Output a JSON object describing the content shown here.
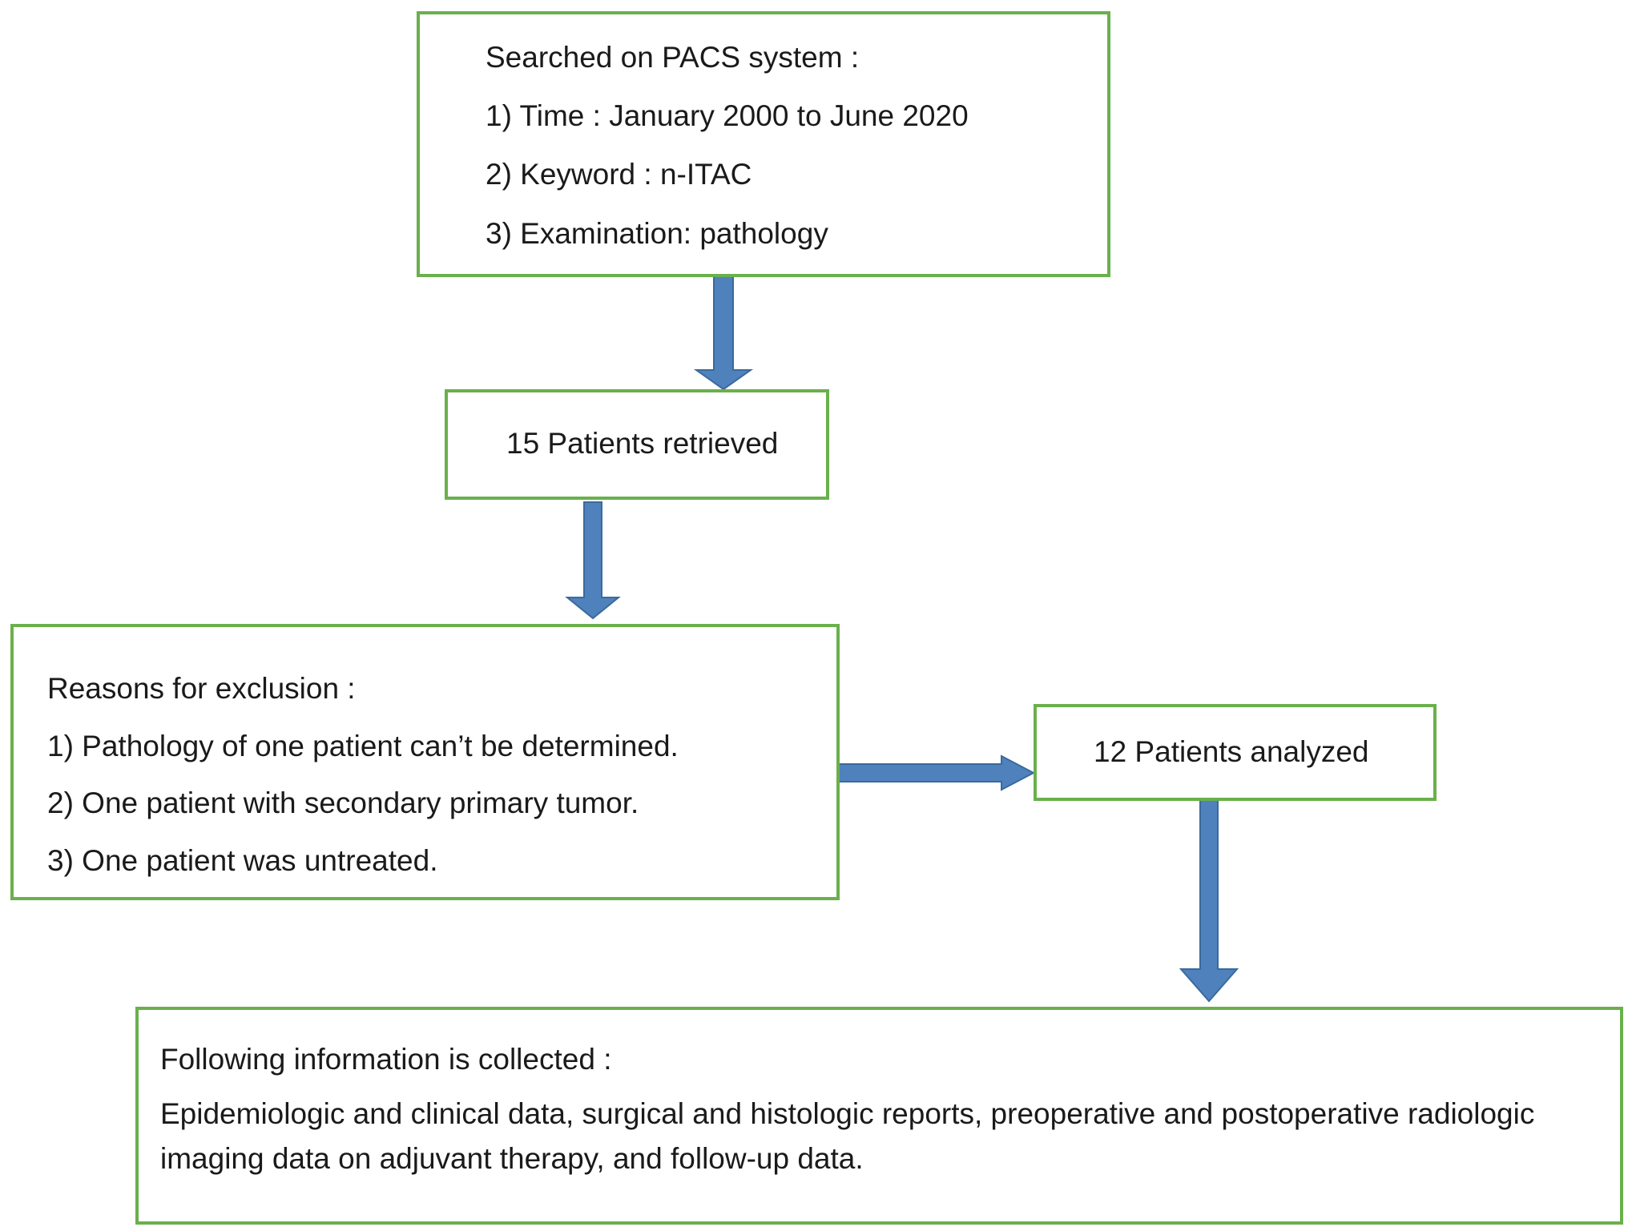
{
  "search_box": {
    "title": "Searched on PACS system :",
    "items": [
      "1) Time : January 2000 to June 2020",
      "2) Keyword : n-ITAC",
      "3) Examination: pathology"
    ]
  },
  "retrieved_box": {
    "label": "15 Patients retrieved"
  },
  "exclusion_box": {
    "title": "Reasons for exclusion :",
    "items": [
      "1) Pathology of one patient can’t be determined.",
      "2) One patient with secondary primary tumor.",
      "3) One patient was untreated."
    ]
  },
  "analyzed_box": {
    "label": "12 Patients analyzed"
  },
  "collected_box": {
    "title": "Following information is collected :",
    "body": "Epidemiologic and clinical data, surgical and histologic reports, preoperative and postoperative radiologic imaging data on adjuvant therapy, and follow-up data."
  },
  "colors": {
    "box_border": "#6ab04c",
    "arrow_fill": "#4f81bd",
    "arrow_stroke": "#3a6a9c"
  }
}
